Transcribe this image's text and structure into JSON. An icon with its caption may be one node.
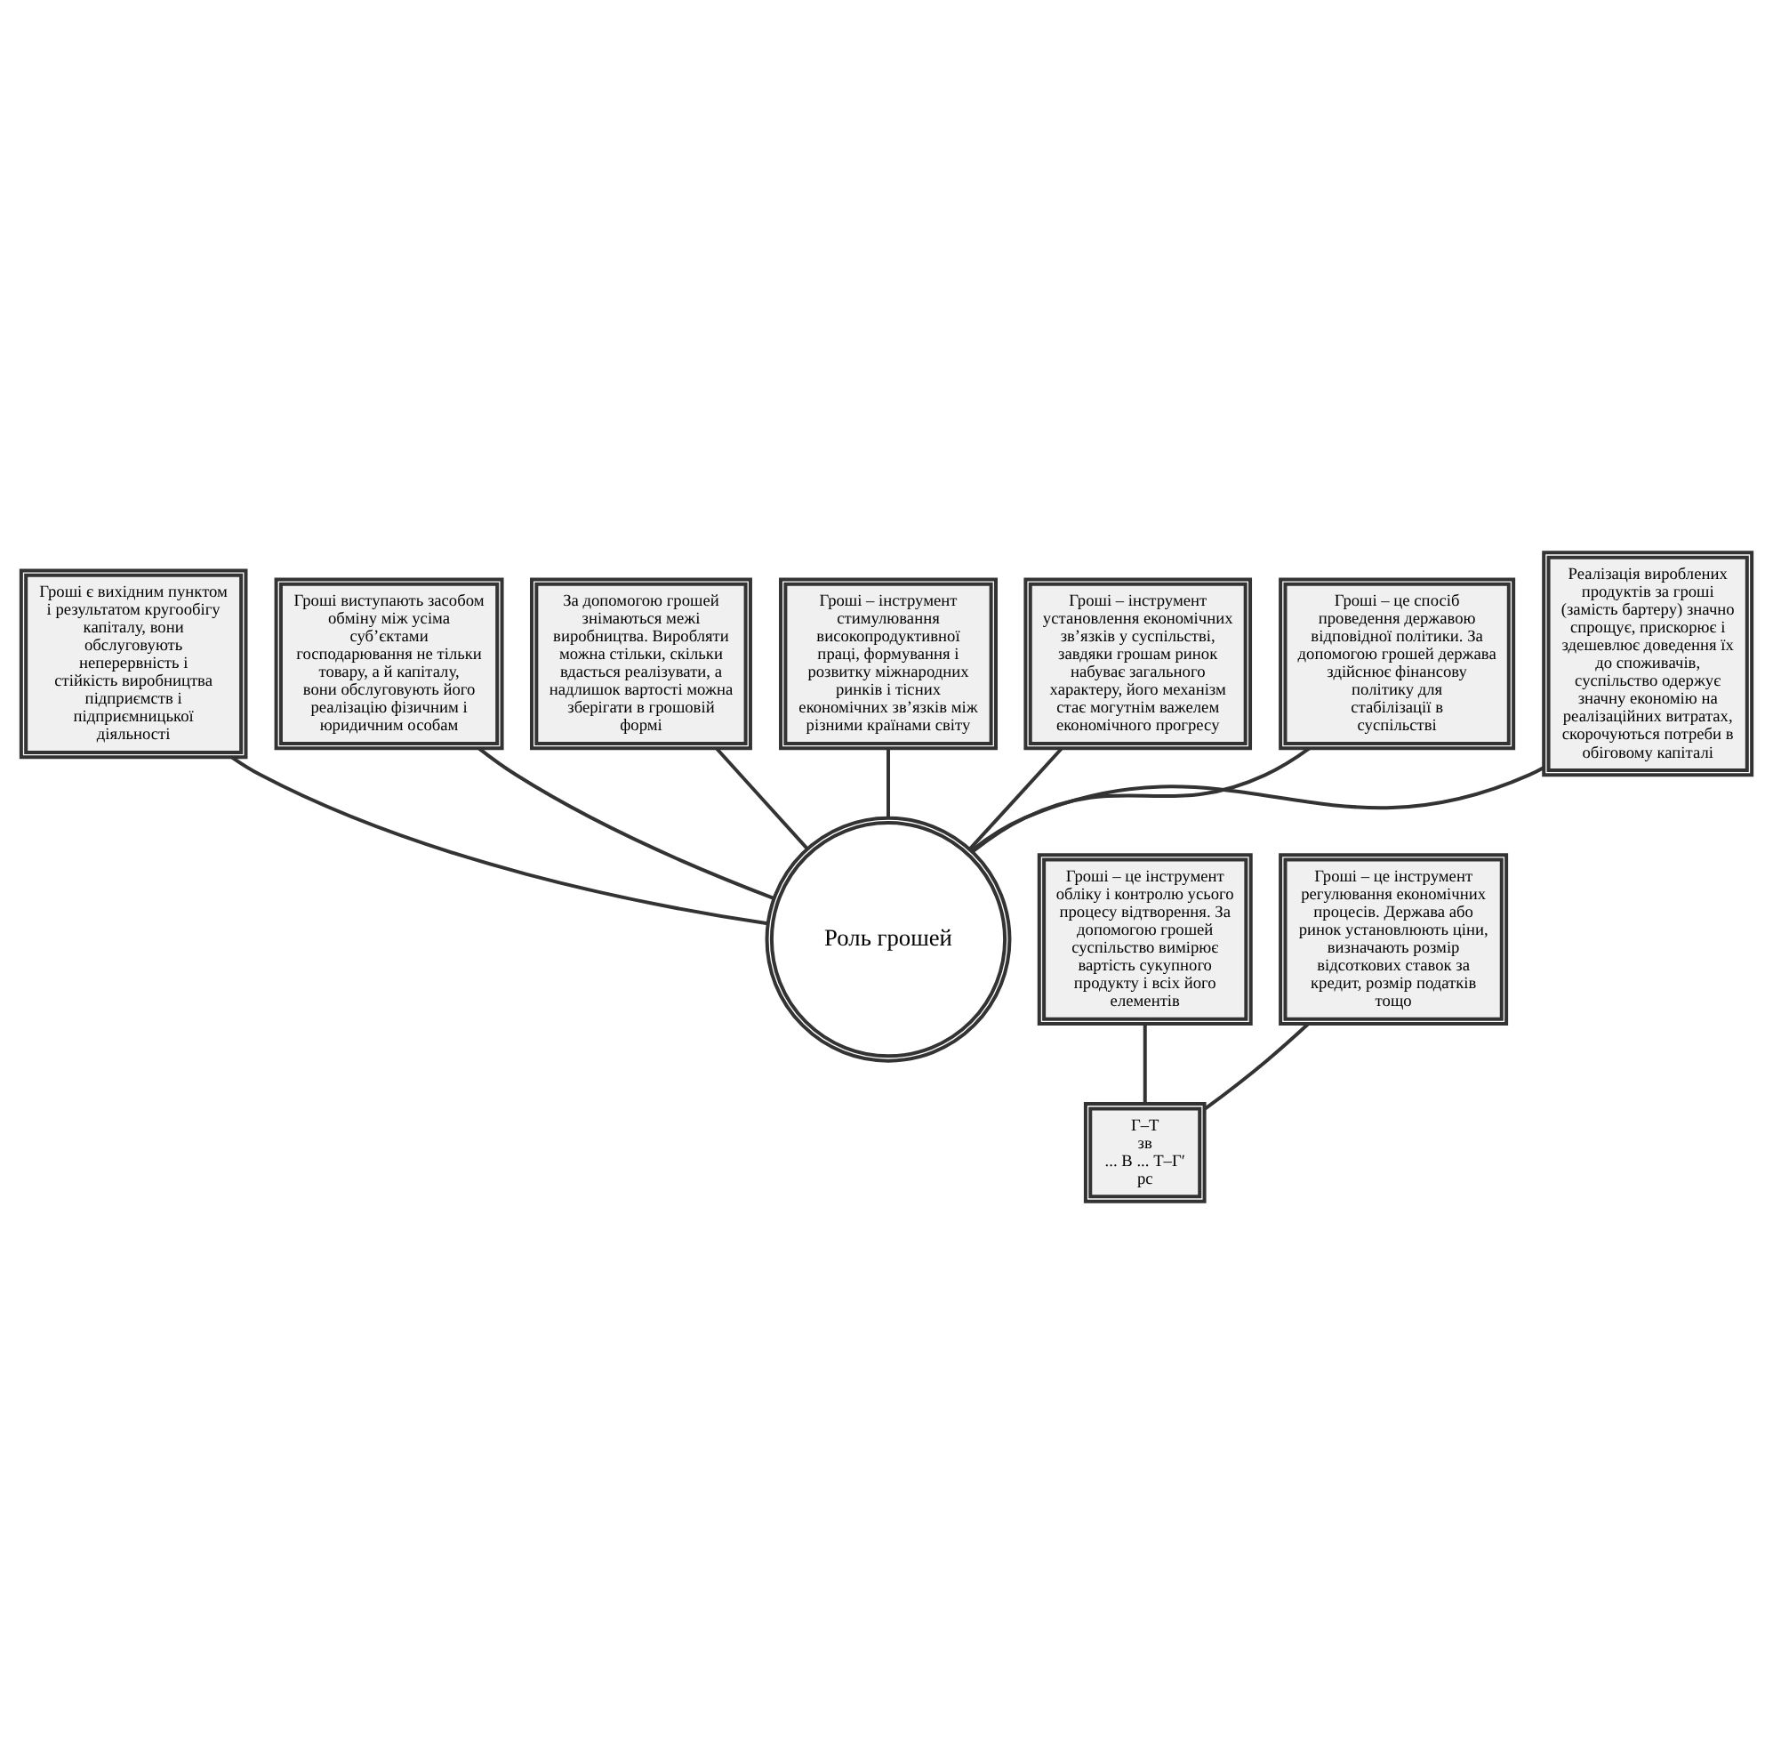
{
  "diagram": {
    "nodes": [
      {
        "text": [
          "Гроші є вихідним пунктом і результатом кругообігу капіталу, вони обслуговують неперервність і стійкість виробництва підприємств і підприємницької діяльності"
        ]
      },
      {
        "text": [
          "Гроші виступають засобом обміну між усіма суб’єктами господарювання не тільки товару, а й капіталу, вони обслуговують його реалізацію фізичним і юридичним особам"
        ]
      },
      {
        "text": [
          "За допомогою грошей знімаються межі виробництва. Виробляти можна стільки, скільки вдасться реалізувати, а надлишок вартості можна зберігати в грошовій формі"
        ]
      },
      {
        "text": [
          "Роль грошей"
        ]
      },
      {
        "text": [
          "Гроші – це інструмент обліку і контролю усього процесу відтворення. За допомогою грошей суспільство вимірює вартість сукупного продукту і всіх його елементів"
        ]
      },
      {
        "text": [
          "Г–Т",
          "зв",
          "... В ... Т–Г′",
          "рс"
        ]
      },
      {
        "text": [
          "Гроші – це інструмент регулювання економічних процесів. Держава або ринок установлюють ціни, визначають розмір відсоткових ставок за кредит, розмір податків тощо"
        ]
      },
      {
        "text": [
          "Гроші – інструмент стимулювання високопродуктивної праці, формування і розвитку міжнародних ринків і тісних економічних зв’язків між різними країнами світу"
        ]
      },
      {
        "text": [
          "Гроші – інструмент установлення економічних зв’язків у суспільстві, завдяки грошам ринок набуває загального характеру, його механізм стає могутнім важелем економічного прогресу"
        ]
      },
      {
        "text": [
          "Гроші – це спосіб проведення державою відповідної політики. За допомогою грошей держава здійснює фінансову політику для стабілізації в суспільстві"
        ]
      },
      {
        "text": [
          "Реалізація вироблених продуктів за гроші (замість бартеру) значно спрощує, прискорює і здешевлює доведення їх до споживачів, суспільство одержує значну економію на реалізаційних витратах, скорочуються потреби в обіговому капіталі"
        ]
      }
    ],
    "edges": [
      {
        "from": 0,
        "to": 3,
        "arrow": "none"
      },
      {
        "from": 1,
        "to": 3,
        "arrow": "none"
      },
      {
        "from": 2,
        "to": 3,
        "arrow": "none"
      },
      {
        "from": 4,
        "to": 5,
        "arrow": "none"
      },
      {
        "from": 6,
        "to": 5,
        "arrow": "none"
      },
      {
        "from": 7,
        "to": 3,
        "arrow": "none"
      },
      {
        "from": 8,
        "to": 3,
        "arrow": "none"
      },
      {
        "from": 9,
        "to": 3,
        "arrow": "none"
      },
      {
        "from": 10,
        "to": 3,
        "arrow": "none"
      }
    ]
  }
}
